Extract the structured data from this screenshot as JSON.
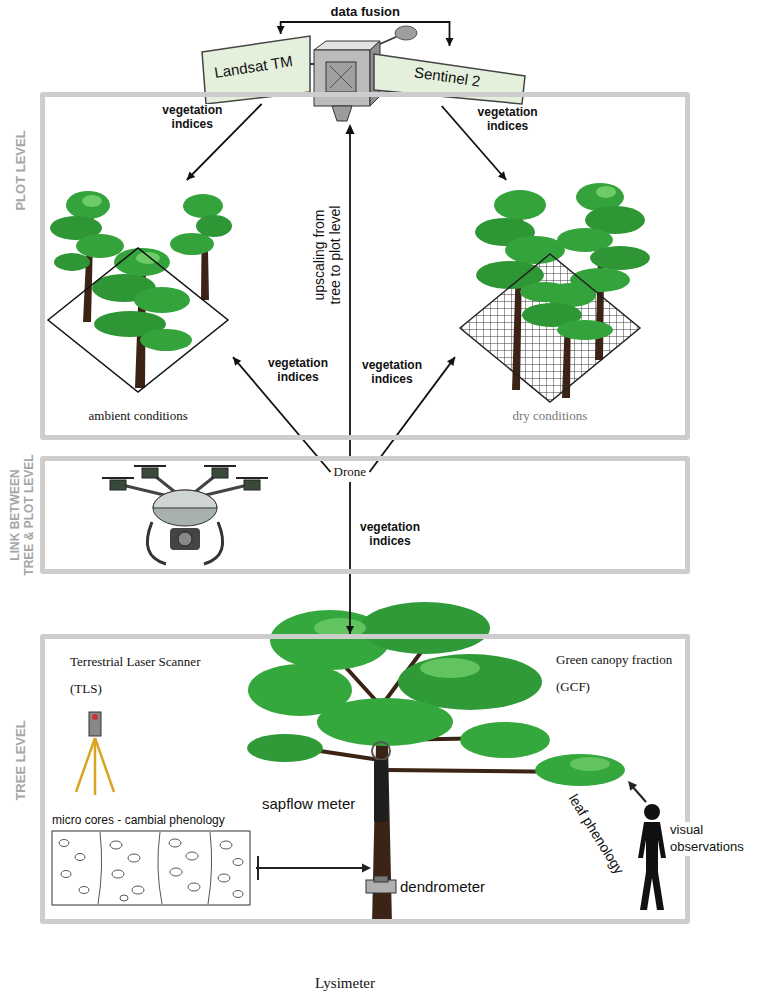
{
  "diagram": {
    "nodes": [
      {
        "text": [
          "Landsat TM"
        ]
      },
      {
        "text": [
          "Sentinel 2"
        ]
      },
      {
        "text": [
          "PLOT LEVEL"
        ]
      },
      {
        "text": [
          "ambient conditions"
        ],
        "in": 2
      },
      {
        "text": [
          "dry conditions"
        ],
        "in": 2
      },
      {
        "text": [
          "LINK BETWEEN TREE & PLOT LEVEL"
        ]
      },
      {
        "text": [
          "Drone"
        ],
        "in": 5
      },
      {
        "text": [
          "TREE LEVEL"
        ]
      },
      {
        "text": [
          "micro cores - cambial phenology"
        ],
        "in": 7
      }
    ],
    "edges": [
      {
        "from": 0,
        "to": 1,
        "label": "data fusion",
        "arrow": "both"
      },
      {
        "from": 0,
        "to": 3,
        "label": "vegetation indices",
        "arrow": "to"
      },
      {
        "from": 1,
        "to": 4,
        "label": "vegetation indices",
        "arrow": "to"
      },
      {
        "from": 6,
        "to": 3,
        "label": "vegetation indices",
        "arrow": "to"
      },
      {
        "from": 6,
        "to": 4,
        "label": "vegetation indices",
        "arrow": "to"
      },
      {
        "from": 6,
        "to": 7,
        "label": "vegetation indices",
        "arrow": "to"
      }
    ],
    "labels": [
      "upscaling from tree to plot level",
      "Terrestrial Laser Scanner (TLS)",
      "Green canopy fraction (GCF)",
      "sapflow meter",
      "leaf phenology",
      "visual observations",
      "dendrometer",
      "Lysimeter"
    ]
  }
}
